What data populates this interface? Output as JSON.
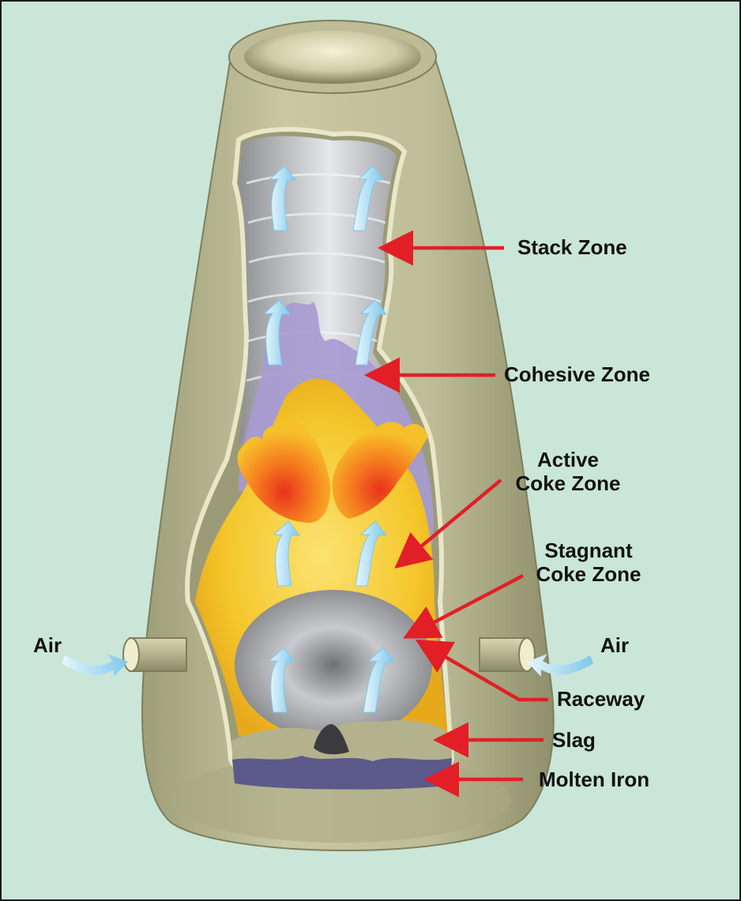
{
  "labels": {
    "stack_zone": "Stack Zone",
    "cohesive_zone": "Cohesive Zone",
    "active_coke_zone_line1": "Active",
    "active_coke_zone_line2": "Coke Zone",
    "stagnant_coke_zone_line1": "Stagnant",
    "stagnant_coke_zone_line2": "Coke Zone",
    "raceway": "Raceway",
    "slag": "Slag",
    "molten_iron": "Molten Iron",
    "air_left": "Air",
    "air_right": "Air"
  },
  "colors": {
    "background": "#c9e6d9",
    "furnace_shell": "#b8b893",
    "arrow_red": "#e21f26",
    "air_flow": "#8fd0ee",
    "coke": "#f3c21d",
    "cohesive": "#a79bd0",
    "flame": "#f0541c",
    "molten_iron": "#5b5a8a"
  }
}
